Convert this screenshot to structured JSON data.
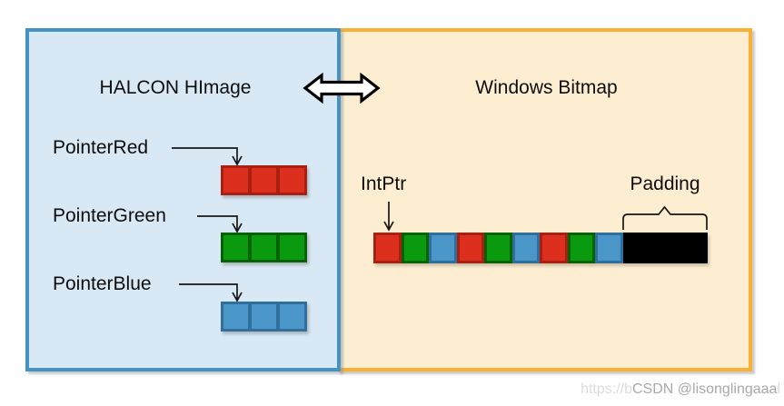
{
  "diagram": {
    "left_panel": {
      "title": "HALCON HImage",
      "pointers": [
        {
          "label": "PointerRed",
          "color": "red"
        },
        {
          "label": "PointerGreen",
          "color": "green"
        },
        {
          "label": "PointerBlue",
          "color": "blue"
        }
      ],
      "cells_per_row": 3
    },
    "right_panel": {
      "title": "Windows Bitmap",
      "intptr_label": "IntPtr",
      "padding_label": "Padding",
      "strip_pattern": [
        "red",
        "green",
        "blue",
        "red",
        "green",
        "blue",
        "red",
        "green",
        "blue"
      ]
    },
    "colors": {
      "left_box_fill": "#d9e8f5",
      "left_box_border": "#4492c6",
      "right_box_fill": "#fdeed2",
      "right_box_border": "#fbb034",
      "red_fill": "#dd2f1e",
      "red_border": "#a82012",
      "green_fill": "#0a9a0e",
      "green_border": "#046104",
      "blue_fill": "#4b96c9",
      "blue_border": "#306f9c",
      "padding_fill": "#000000"
    }
  },
  "watermark": {
    "faint_prefix": "https://b",
    "main_text": "CSDN @lisonglingaaa",
    "faint_suffix": "l"
  }
}
